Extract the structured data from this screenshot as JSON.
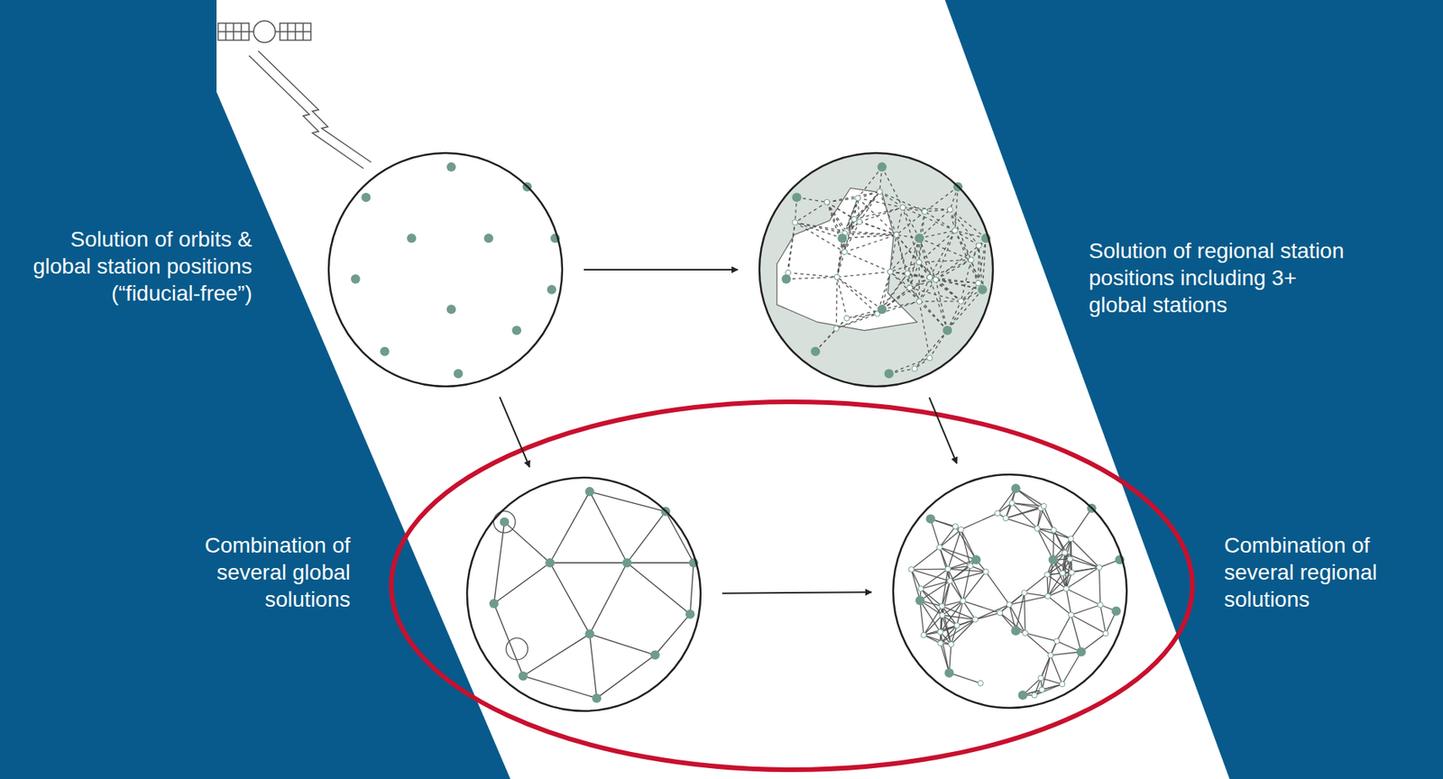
{
  "diagram": {
    "nodes": [
      {
        "text": [
          "Solution of orbits & global station positions (“fiducial-free”)"
        ]
      },
      {
        "text": [
          "Solution of regional station positions including 3+ global stations"
        ]
      },
      {
        "text": [
          "Combination of several global solutions"
        ]
      },
      {
        "text": [
          "Combination of several regional solutions"
        ]
      }
    ],
    "edges": [
      {
        "from": 0,
        "to": 1,
        "arrow": "to"
      },
      {
        "from": 0,
        "to": 2,
        "arrow": "to"
      },
      {
        "from": 1,
        "to": 3,
        "arrow": "to"
      },
      {
        "from": 2,
        "to": 3,
        "arrow": "to"
      }
    ]
  }
}
